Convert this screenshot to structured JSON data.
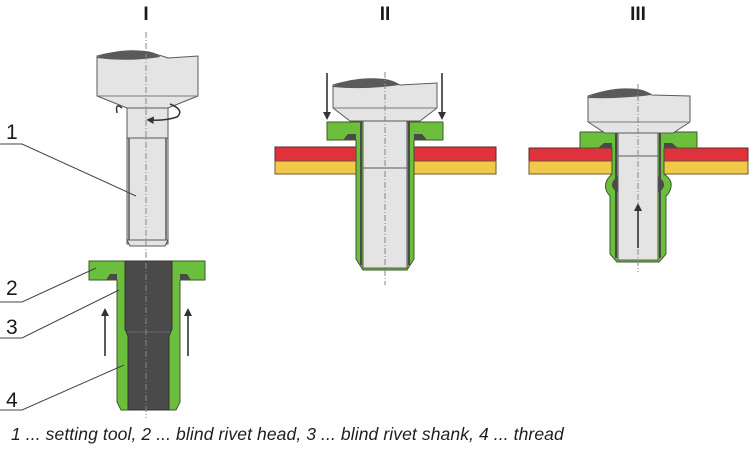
{
  "stages": [
    {
      "id": "I",
      "label": "I"
    },
    {
      "id": "II",
      "label": "II"
    },
    {
      "id": "III",
      "label": "III"
    }
  ],
  "callouts": [
    {
      "number": "1",
      "refers_to": "setting tool"
    },
    {
      "number": "2",
      "refers_to": "blind rivet head"
    },
    {
      "number": "3",
      "refers_to": "blind rivet shank"
    },
    {
      "number": "4",
      "refers_to": "thread"
    }
  ],
  "caption": "1 ... setting tool, 2 ... blind rivet head, 3 ... blind rivet shank, 4 ... thread",
  "colors": {
    "rivet": "#6cbf3c",
    "tool": "#e4e4e4",
    "tool_dark": "#555555",
    "thread_core": "#4a4a4a",
    "plate_top": "#e0323c",
    "plate_bottom": "#f2c84a",
    "outline": "#4a4a4a"
  }
}
